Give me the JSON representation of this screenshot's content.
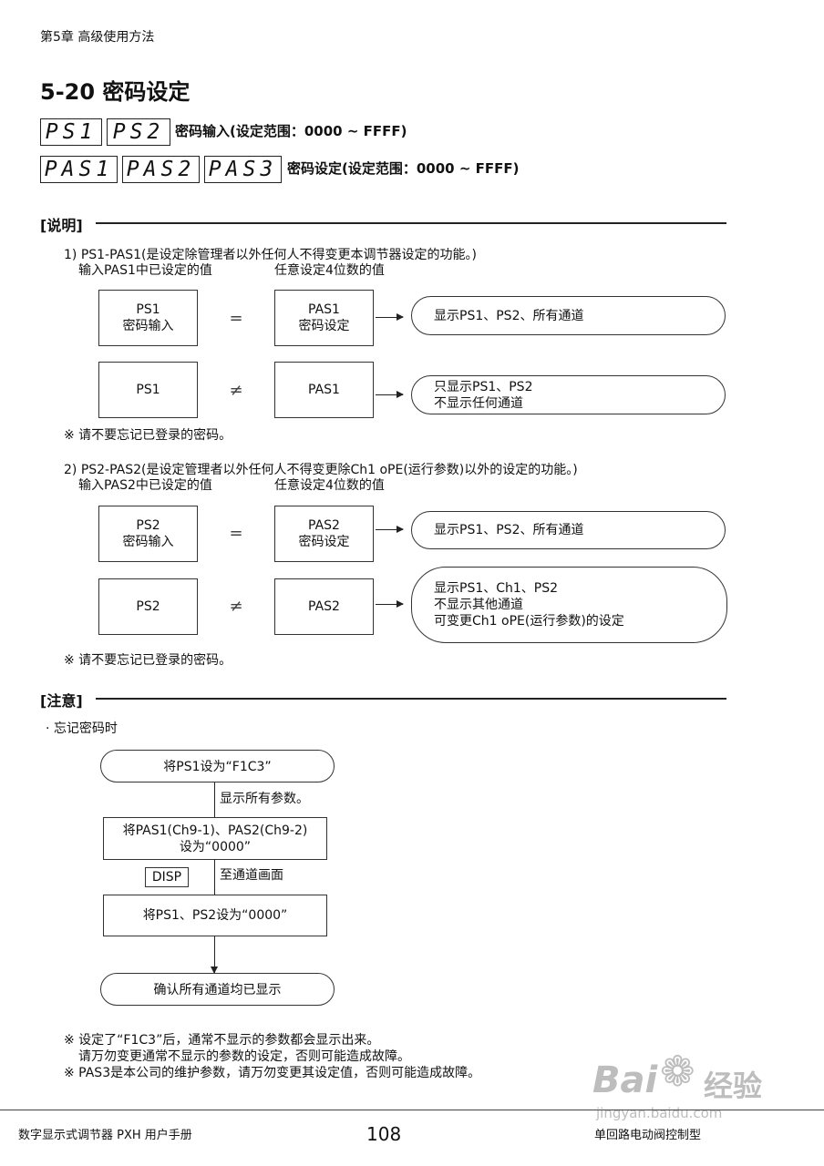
{
  "header": {
    "chapter": "第5章  高级使用方法"
  },
  "section": {
    "title": "5-20 密码设定"
  },
  "display_rows": [
    {
      "segments": [
        "PS1",
        "PS2"
      ],
      "label": "密码输入(设定范围：0000 ~ FFFF)"
    },
    {
      "segments": [
        "PAS1",
        "PAS2",
        "PAS3"
      ],
      "label": "密码设定(设定范围：0000 ~ FFFF)"
    }
  ],
  "explanation": {
    "heading": "[说明]",
    "item1": {
      "title": "1) PS1-PAS1(是设定除管理者以外任何人不得变更本调节器设定的功能。)",
      "col_left": "输入PAS1中已设定的值",
      "col_right": "任意设定4位数的值",
      "row_equal": {
        "left": [
          "PS1",
          "密码输入"
        ],
        "op": "=",
        "right": [
          "PAS1",
          "密码设定"
        ],
        "result": [
          "显示PS1、PS2、所有通道"
        ]
      },
      "row_notequal": {
        "left": [
          "PS1"
        ],
        "op": "≠",
        "right": [
          "PAS1"
        ],
        "result": [
          "只显示PS1、PS2",
          "不显示任何通道"
        ]
      },
      "note": "※ 请不要忘记已登录的密码。"
    },
    "item2": {
      "title": "2) PS2-PAS2(是设定管理者以外任何人不得变更除Ch1 oPE(运行参数)以外的设定的功能。)",
      "col_left": "输入PAS2中已设定的值",
      "col_right": "任意设定4位数的值",
      "row_equal": {
        "left": [
          "PS2",
          "密码输入"
        ],
        "op": "=",
        "right": [
          "PAS2",
          "密码设定"
        ],
        "result": [
          "显示PS1、PS2、所有通道"
        ]
      },
      "row_notequal": {
        "left": [
          "PS2"
        ],
        "op": "≠",
        "right": [
          "PAS2"
        ],
        "result": [
          "显示PS1、Ch1、PS2",
          "不显示其他通道",
          "可变更Ch1 oPE(运行参数)的设定"
        ]
      },
      "note": "※ 请不要忘记已登录的密码。"
    }
  },
  "caution": {
    "heading": "[注意]",
    "bullet": "·   忘记密码时",
    "flow": {
      "step1": "将PS1设为“F1C3”",
      "label1": "显示所有参数。",
      "step2": [
        "将PAS1(Ch9-1)、PAS2(Ch9-2)",
        "设为“0000”"
      ],
      "key": "DISP",
      "label2": "至通道画面",
      "step3": "将PS1、PS2设为“0000”",
      "step4": "确认所有通道均已显示"
    },
    "notes": [
      "※ 设定了“F1C3”后，通常不显示的参数都会显示出来。",
      "请万勿变更通常不显示的参数的设定，否则可能造成故障。",
      "※ PAS3是本公司的维护参数，请万勿变更其设定值，否则可能造成故障。"
    ]
  },
  "footer": {
    "left": "数字显示式调节器 PXH 用户手册",
    "page": "108",
    "right": "单回路电动阀控制型"
  },
  "watermark": {
    "brand": "Bai",
    "brand2": "经验",
    "url": "jingyan.baidu.com"
  }
}
